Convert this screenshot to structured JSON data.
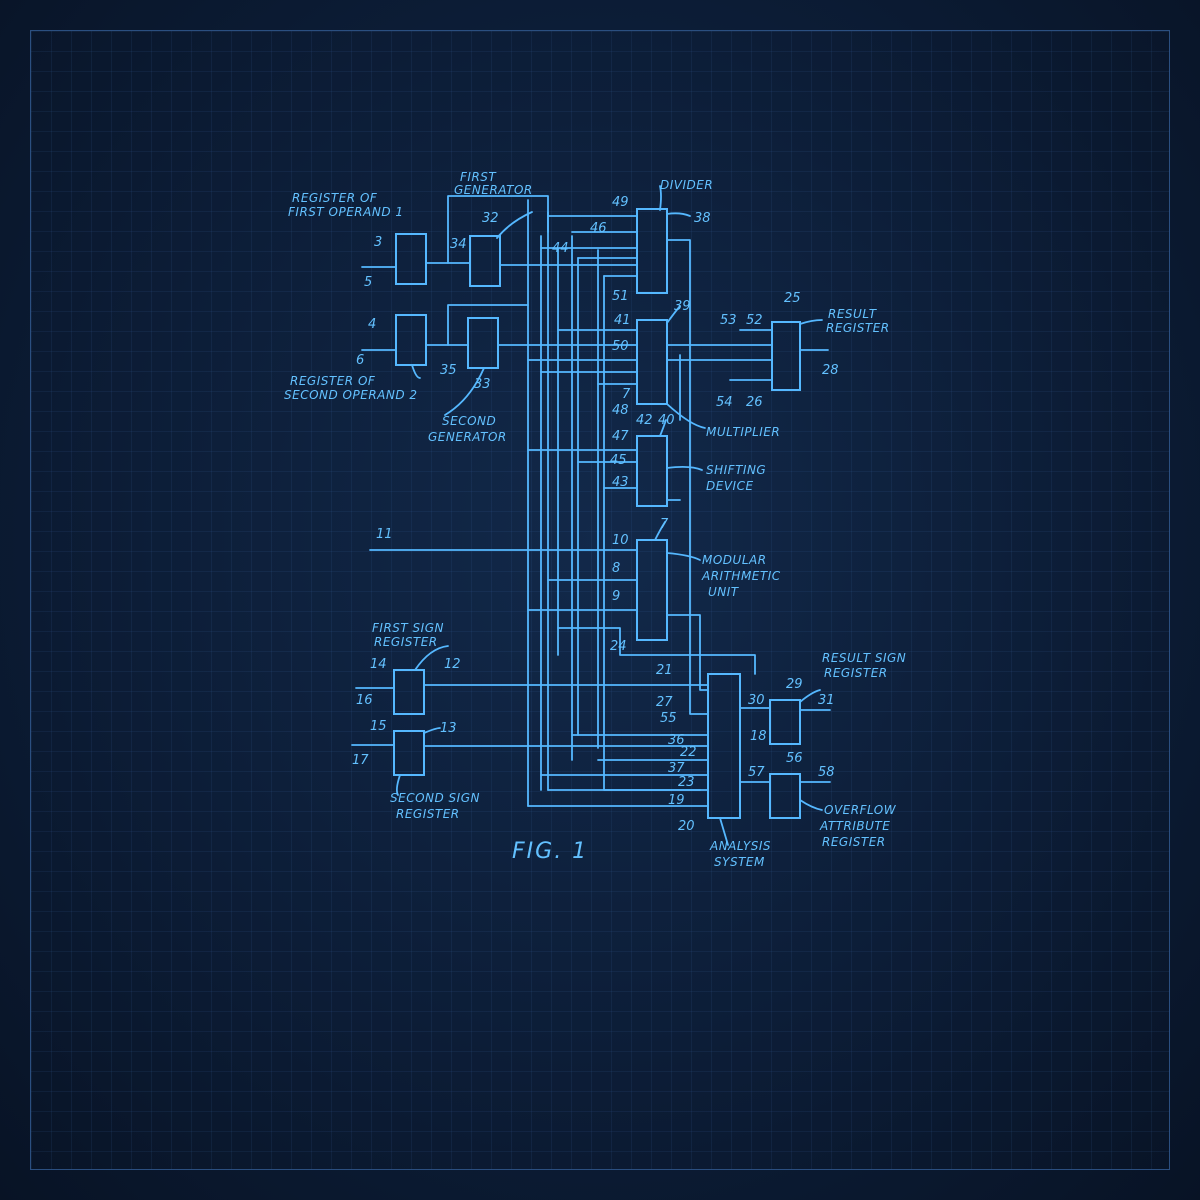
{
  "labels": {
    "reg_first_operand": [
      "REGISTER OF",
      "FIRST OPERAND 1"
    ],
    "reg_second_operand": [
      "REGISTER OF",
      "SECOND OPERAND 2"
    ],
    "first_generator": [
      "FIRST",
      "GENERATOR"
    ],
    "second_generator": [
      "SECOND",
      "GENERATOR"
    ],
    "divider": "DIVIDER",
    "multiplier": "MULTIPLIER",
    "shifting_device": [
      "SHIFTING",
      "DEVICE"
    ],
    "modular_unit": [
      "MODULAR",
      "ARITHMETIC",
      "UNIT"
    ],
    "result_register": [
      "RESULT",
      "REGISTER"
    ],
    "first_sign_register": [
      "FIRST SIGN",
      "REGISTER"
    ],
    "second_sign_register": [
      "SECOND SIGN",
      "REGISTER"
    ],
    "result_sign_register": [
      "RESULT SIGN",
      "REGISTER"
    ],
    "overflow_register": [
      "OVERFLOW",
      "ATTRIBUTE",
      "REGISTER"
    ],
    "analysis_system": [
      "ANALYSIS",
      "SYSTEM"
    ],
    "figure": "FIG. 1"
  },
  "ref_numbers": [
    "1",
    "2",
    "3",
    "4",
    "5",
    "6",
    "7",
    "8",
    "9",
    "10",
    "11",
    "12",
    "13",
    "14",
    "15",
    "16",
    "17",
    "18",
    "19",
    "20",
    "21",
    "22",
    "23",
    "24",
    "25",
    "26",
    "27",
    "28",
    "29",
    "30",
    "31",
    "32",
    "33",
    "34",
    "35",
    "36",
    "37",
    "38",
    "39",
    "40",
    "41",
    "42",
    "43",
    "44",
    "45",
    "46",
    "47",
    "48",
    "49",
    "50",
    "51",
    "52",
    "53",
    "54",
    "55",
    "56",
    "57",
    "58"
  ],
  "colors": {
    "background": "#0b1a30",
    "line": "#55b8ff",
    "text": "#63c1ff",
    "grid": "#2b4f80"
  }
}
